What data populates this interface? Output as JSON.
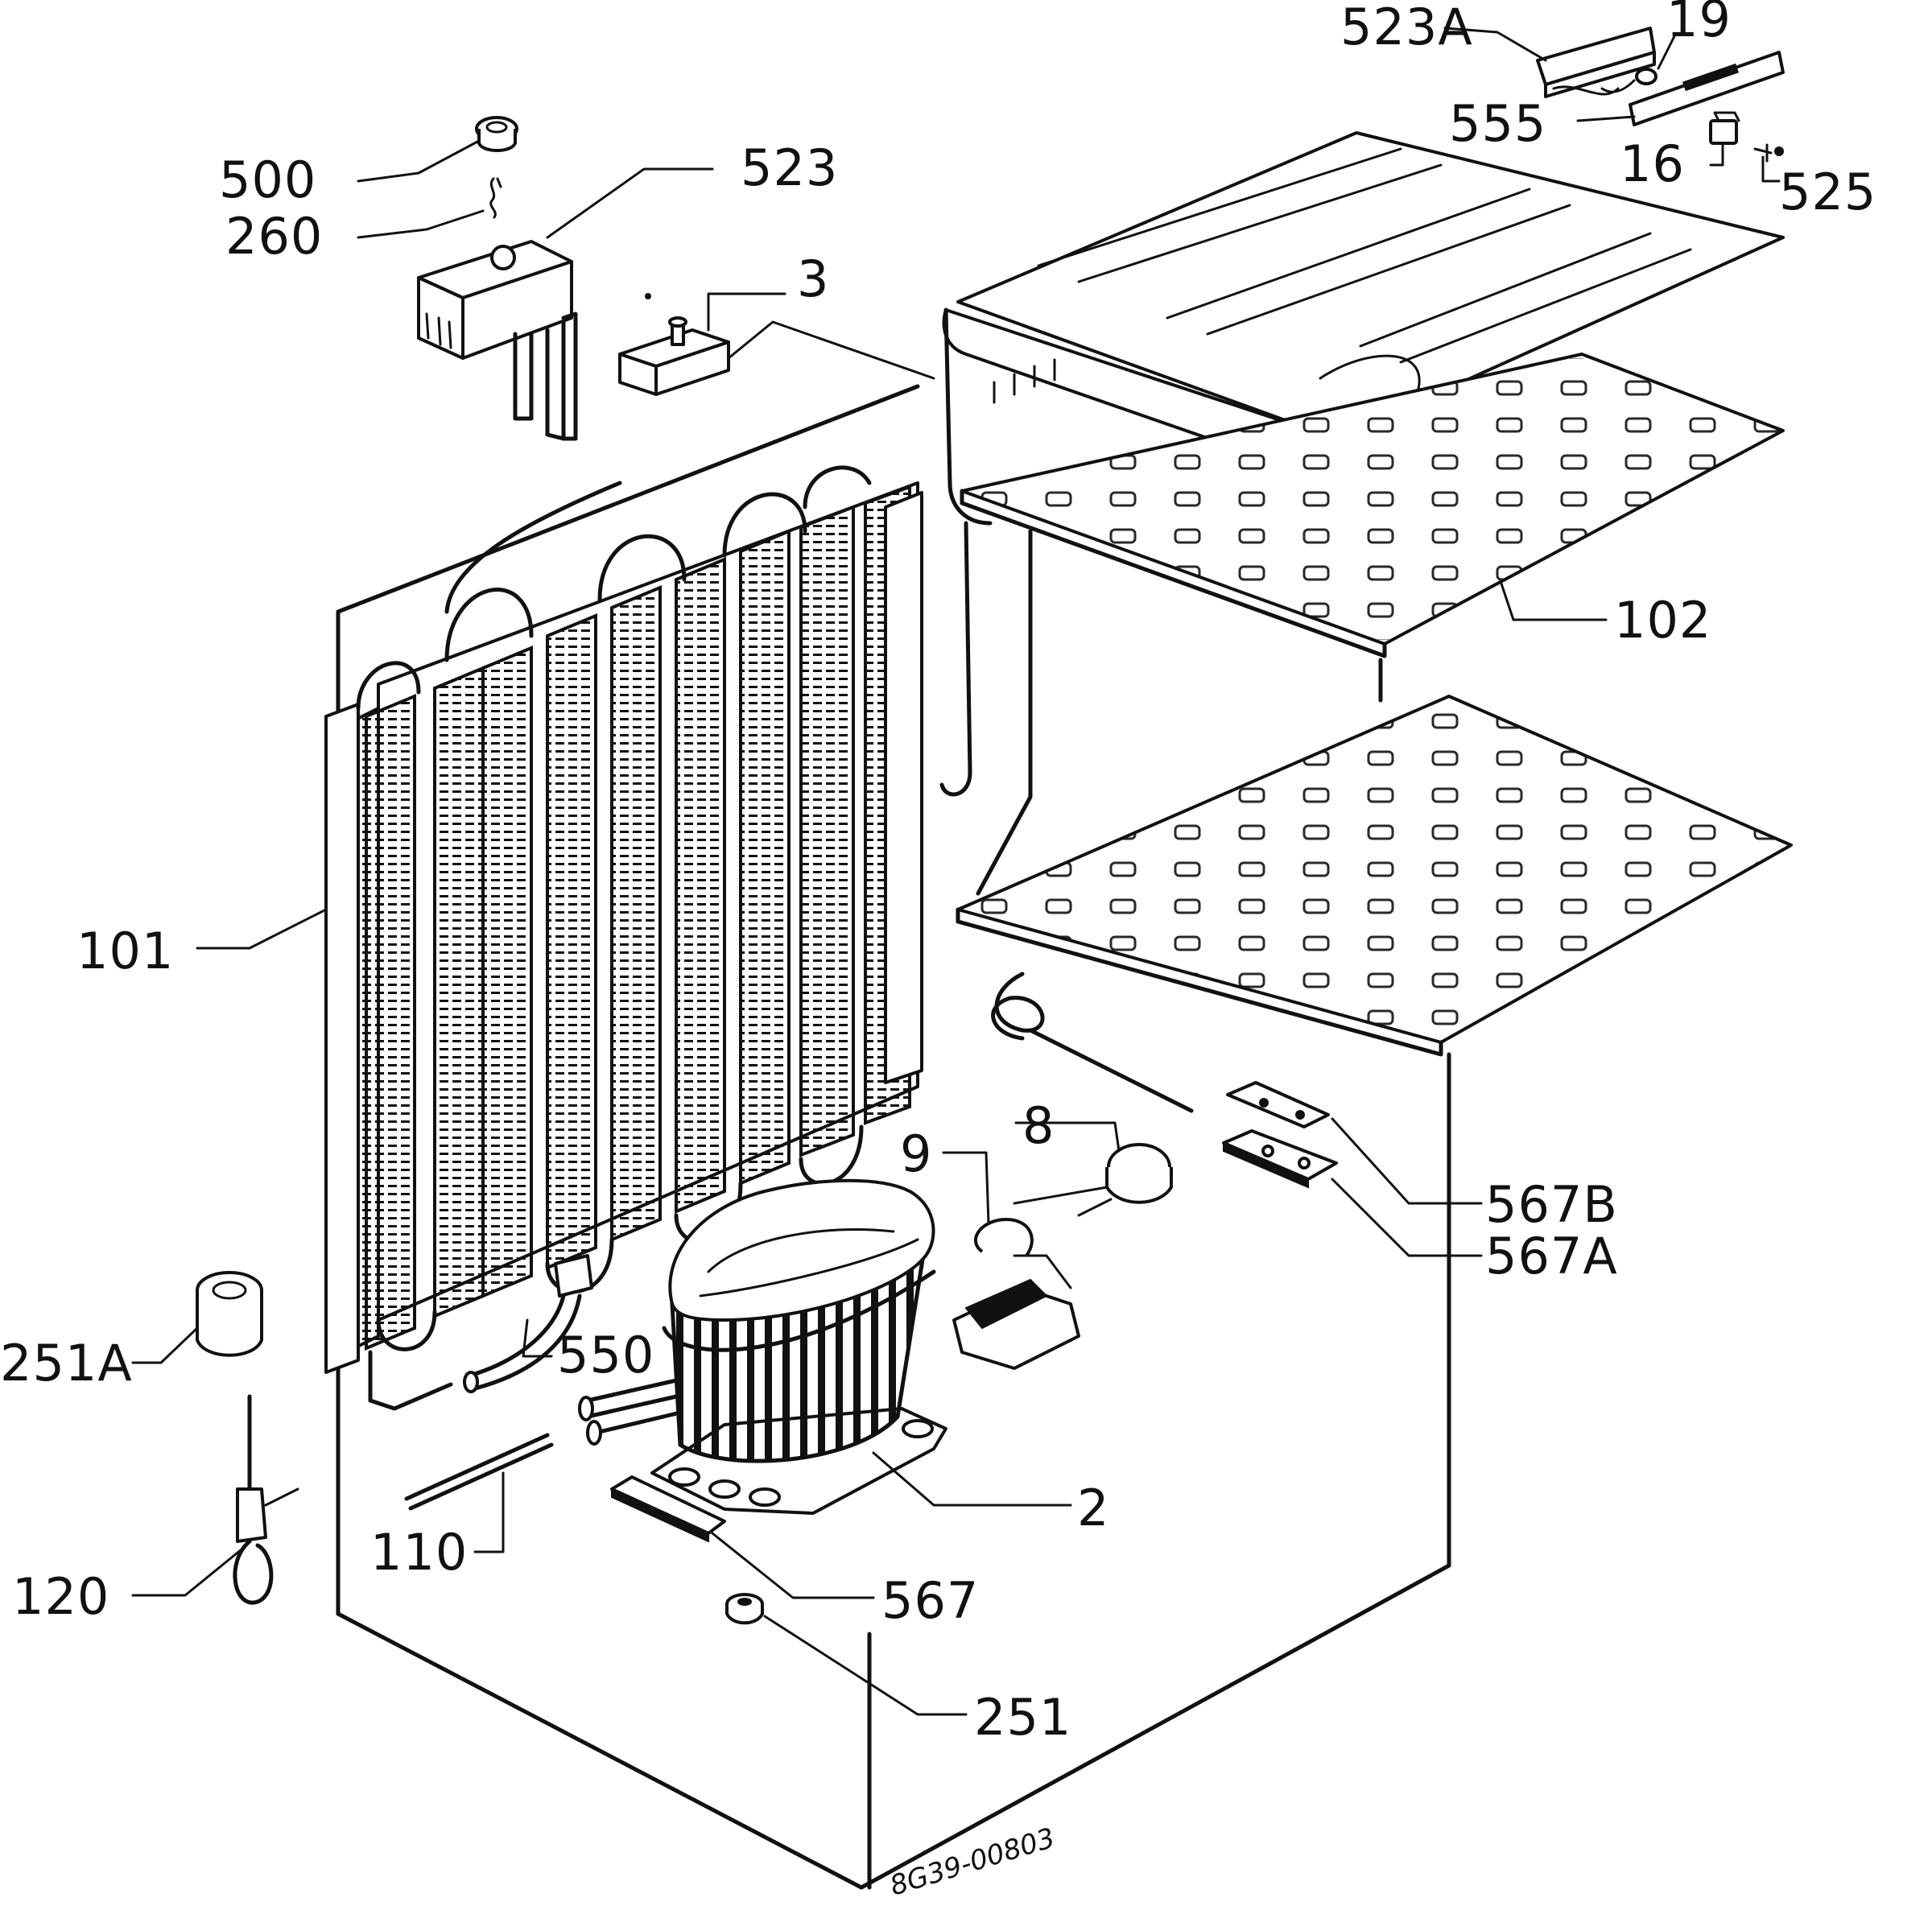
{
  "diagram": {
    "drawing_code": "8G39-00803",
    "labels": {
      "l523A": "523A",
      "l19": "19",
      "l555": "555",
      "l16": "16",
      "l525": "525",
      "l500": "500",
      "l260": "260",
      "l523": "523",
      "l3": "3",
      "l102": "102",
      "l101": "101",
      "l8": "8",
      "l9": "9",
      "l567B": "567B",
      "l567A": "567A",
      "l251A": "251A",
      "l550": "550",
      "l2": "2",
      "l110": "110",
      "l120": "120",
      "l567": "567",
      "l251": "251"
    }
  }
}
